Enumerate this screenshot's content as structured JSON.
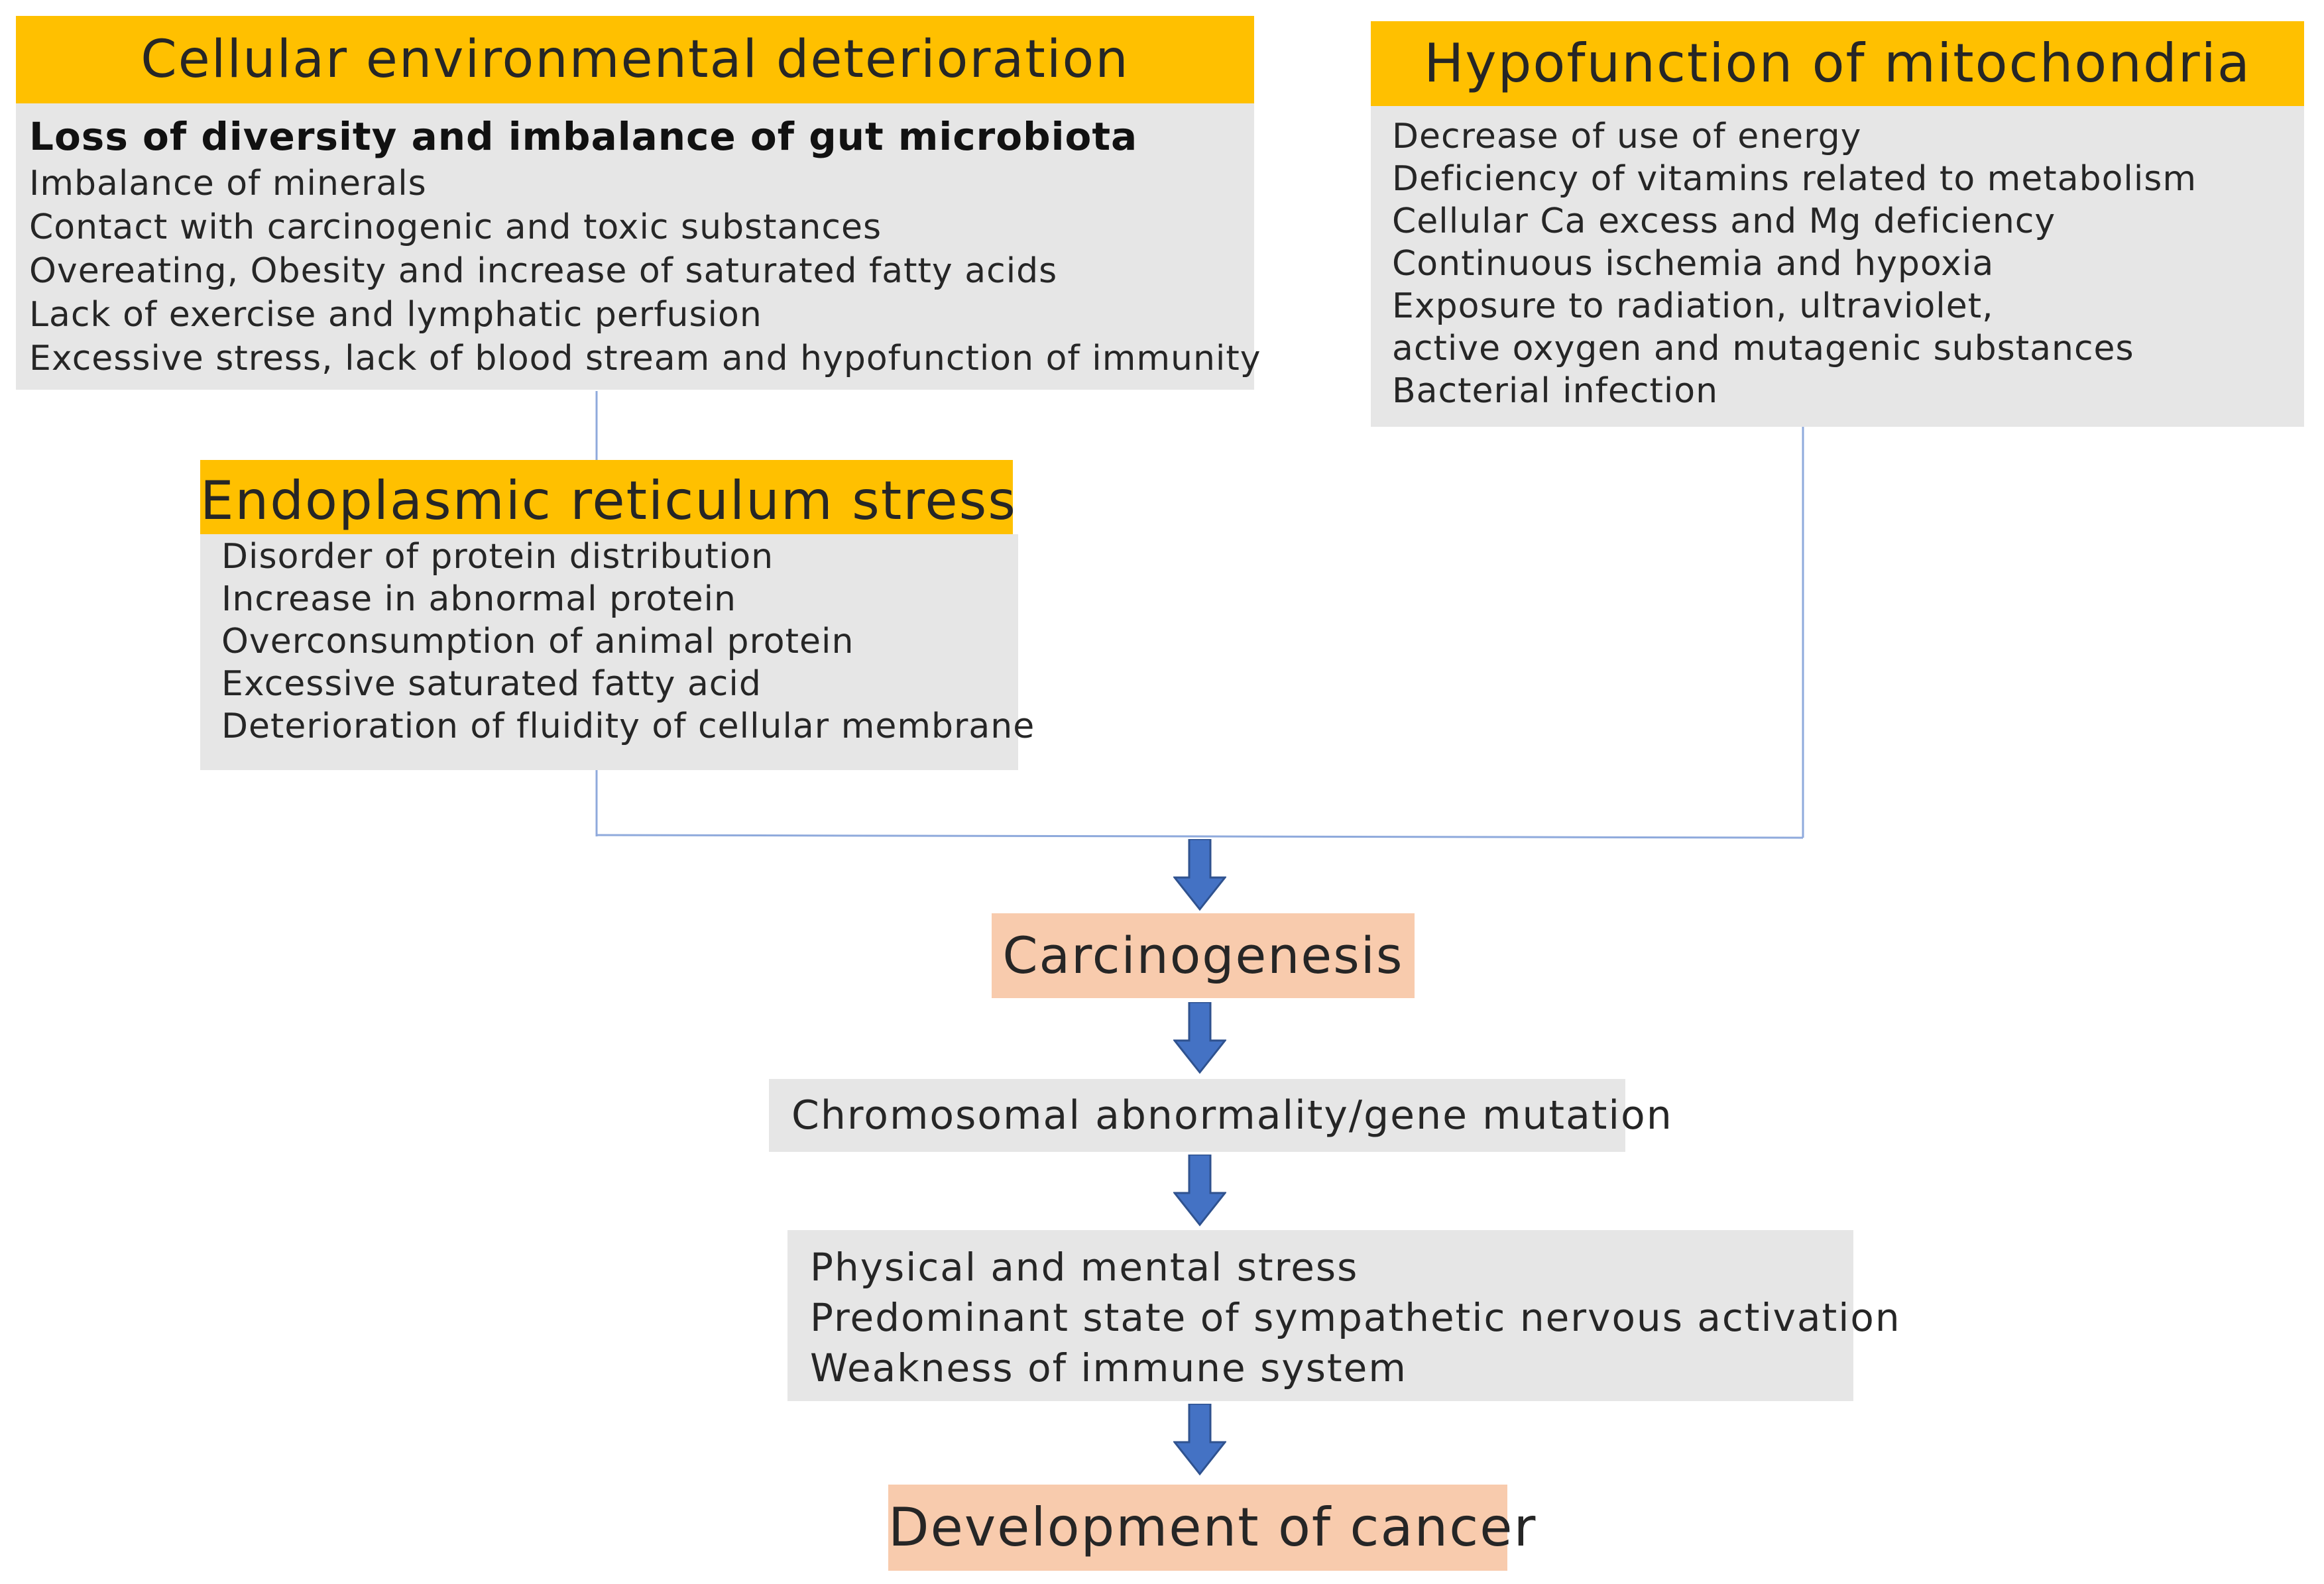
{
  "cellular": {
    "title": "Cellular environmental deterioration",
    "items": [
      "Loss of diversity and imbalance of gut microbiota",
      "Imbalance of minerals",
      "Contact with carcinogenic and toxic substances",
      "Overeating, Obesity and increase of saturated fatty acids",
      "Lack of exercise and lymphatic perfusion",
      "Excessive stress, lack of blood stream and hypofunction of immunity"
    ]
  },
  "mito": {
    "title": "Hypofunction of mitochondria",
    "items": [
      "Decrease of use of energy",
      "Deficiency of vitamins related to metabolism",
      "Cellular Ca excess and Mg deficiency",
      "Continuous ischemia and hypoxia",
      "Exposure to radiation, ultraviolet,",
      "active oxygen and mutagenic substances",
      "Bacterial infection"
    ]
  },
  "er": {
    "title": "Endoplasmic reticulum stress",
    "items": [
      "Disorder of protein distribution",
      "Increase in abnormal protein",
      "Overconsumption of animal protein",
      "Excessive saturated fatty acid",
      "Deterioration of fluidity of cellular membrane"
    ]
  },
  "carcinogenesis": "Carcinogenesis",
  "chromosomal": "Chromosomal abnormality/gene mutation",
  "stress": {
    "items": [
      "Physical and mental stress",
      "Predominant state of sympathetic nervous activation",
      "Weakness of immune system"
    ]
  },
  "development": "Development of cancer",
  "colors": {
    "header": "#ffc000",
    "box": "#e6e6e6",
    "peach": "#f8cbad",
    "arrow": "#4472c4",
    "connector": "#8faadc"
  }
}
